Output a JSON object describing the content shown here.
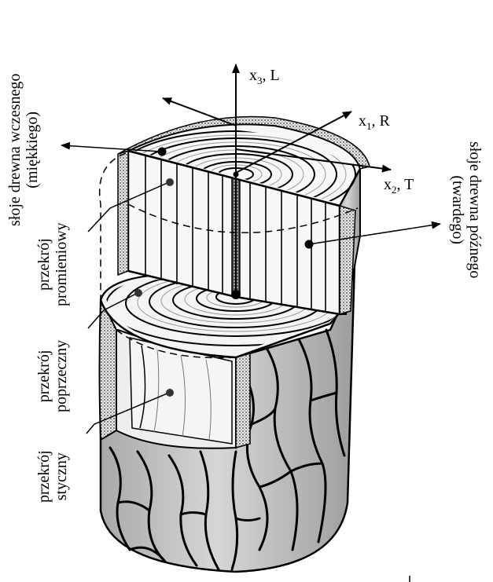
{
  "axes": {
    "x3": {
      "symbol": "x",
      "sub": "3",
      "suffix": ", L"
    },
    "x1": {
      "symbol": "x",
      "sub": "1",
      "suffix": ", R"
    },
    "x2": {
      "symbol": "x",
      "sub": "2",
      "suffix": ", T"
    }
  },
  "labels": {
    "earlywood": {
      "line1": "słoje drewna wczesnego",
      "line2": "(miękkiego)"
    },
    "latewood": {
      "line1": "słoje drewna późnego",
      "line2": "(twardego)"
    },
    "radial": {
      "line1": "przekrój",
      "line2": "promieniowy"
    },
    "cross": {
      "line1": "przekrój",
      "line2": "poprzeczny"
    },
    "tangential": {
      "line1": "przekrój",
      "line2": "styczny"
    }
  },
  "colors": {
    "ink": "#000000",
    "wood_light": "#f2f2f2",
    "wood_mid": "#d9d9d9",
    "bark": "#bdbdbd",
    "bark_dark": "#8a8a8a"
  }
}
